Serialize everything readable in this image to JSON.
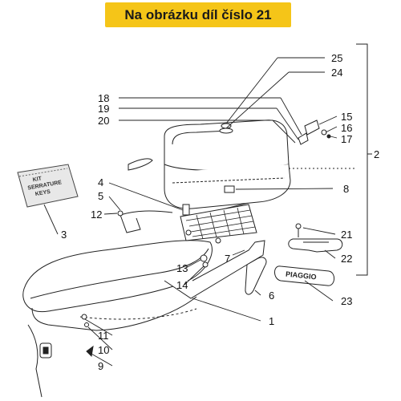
{
  "banner": {
    "text": "Na obrázku díl číslo 21",
    "color": "#f5c518"
  },
  "callouts": {
    "c1": "1",
    "c2": "2",
    "c3": "3",
    "c4": "4",
    "c5": "5",
    "c6": "6",
    "c7": "7",
    "c8": "8",
    "c9": "9",
    "c10": "10",
    "c11": "11",
    "c12": "12",
    "c13": "13",
    "c14": "14",
    "c15": "15",
    "c16": "16",
    "c17": "17",
    "c18": "18",
    "c19": "19",
    "c20": "20",
    "c21": "21",
    "c22": "22",
    "c23": "23",
    "c24": "24",
    "c25": "25"
  },
  "decals": {
    "kit_lines": [
      "KIT",
      "SERRATURE",
      "KEYS"
    ],
    "badge_text": "PIAGGIO"
  }
}
